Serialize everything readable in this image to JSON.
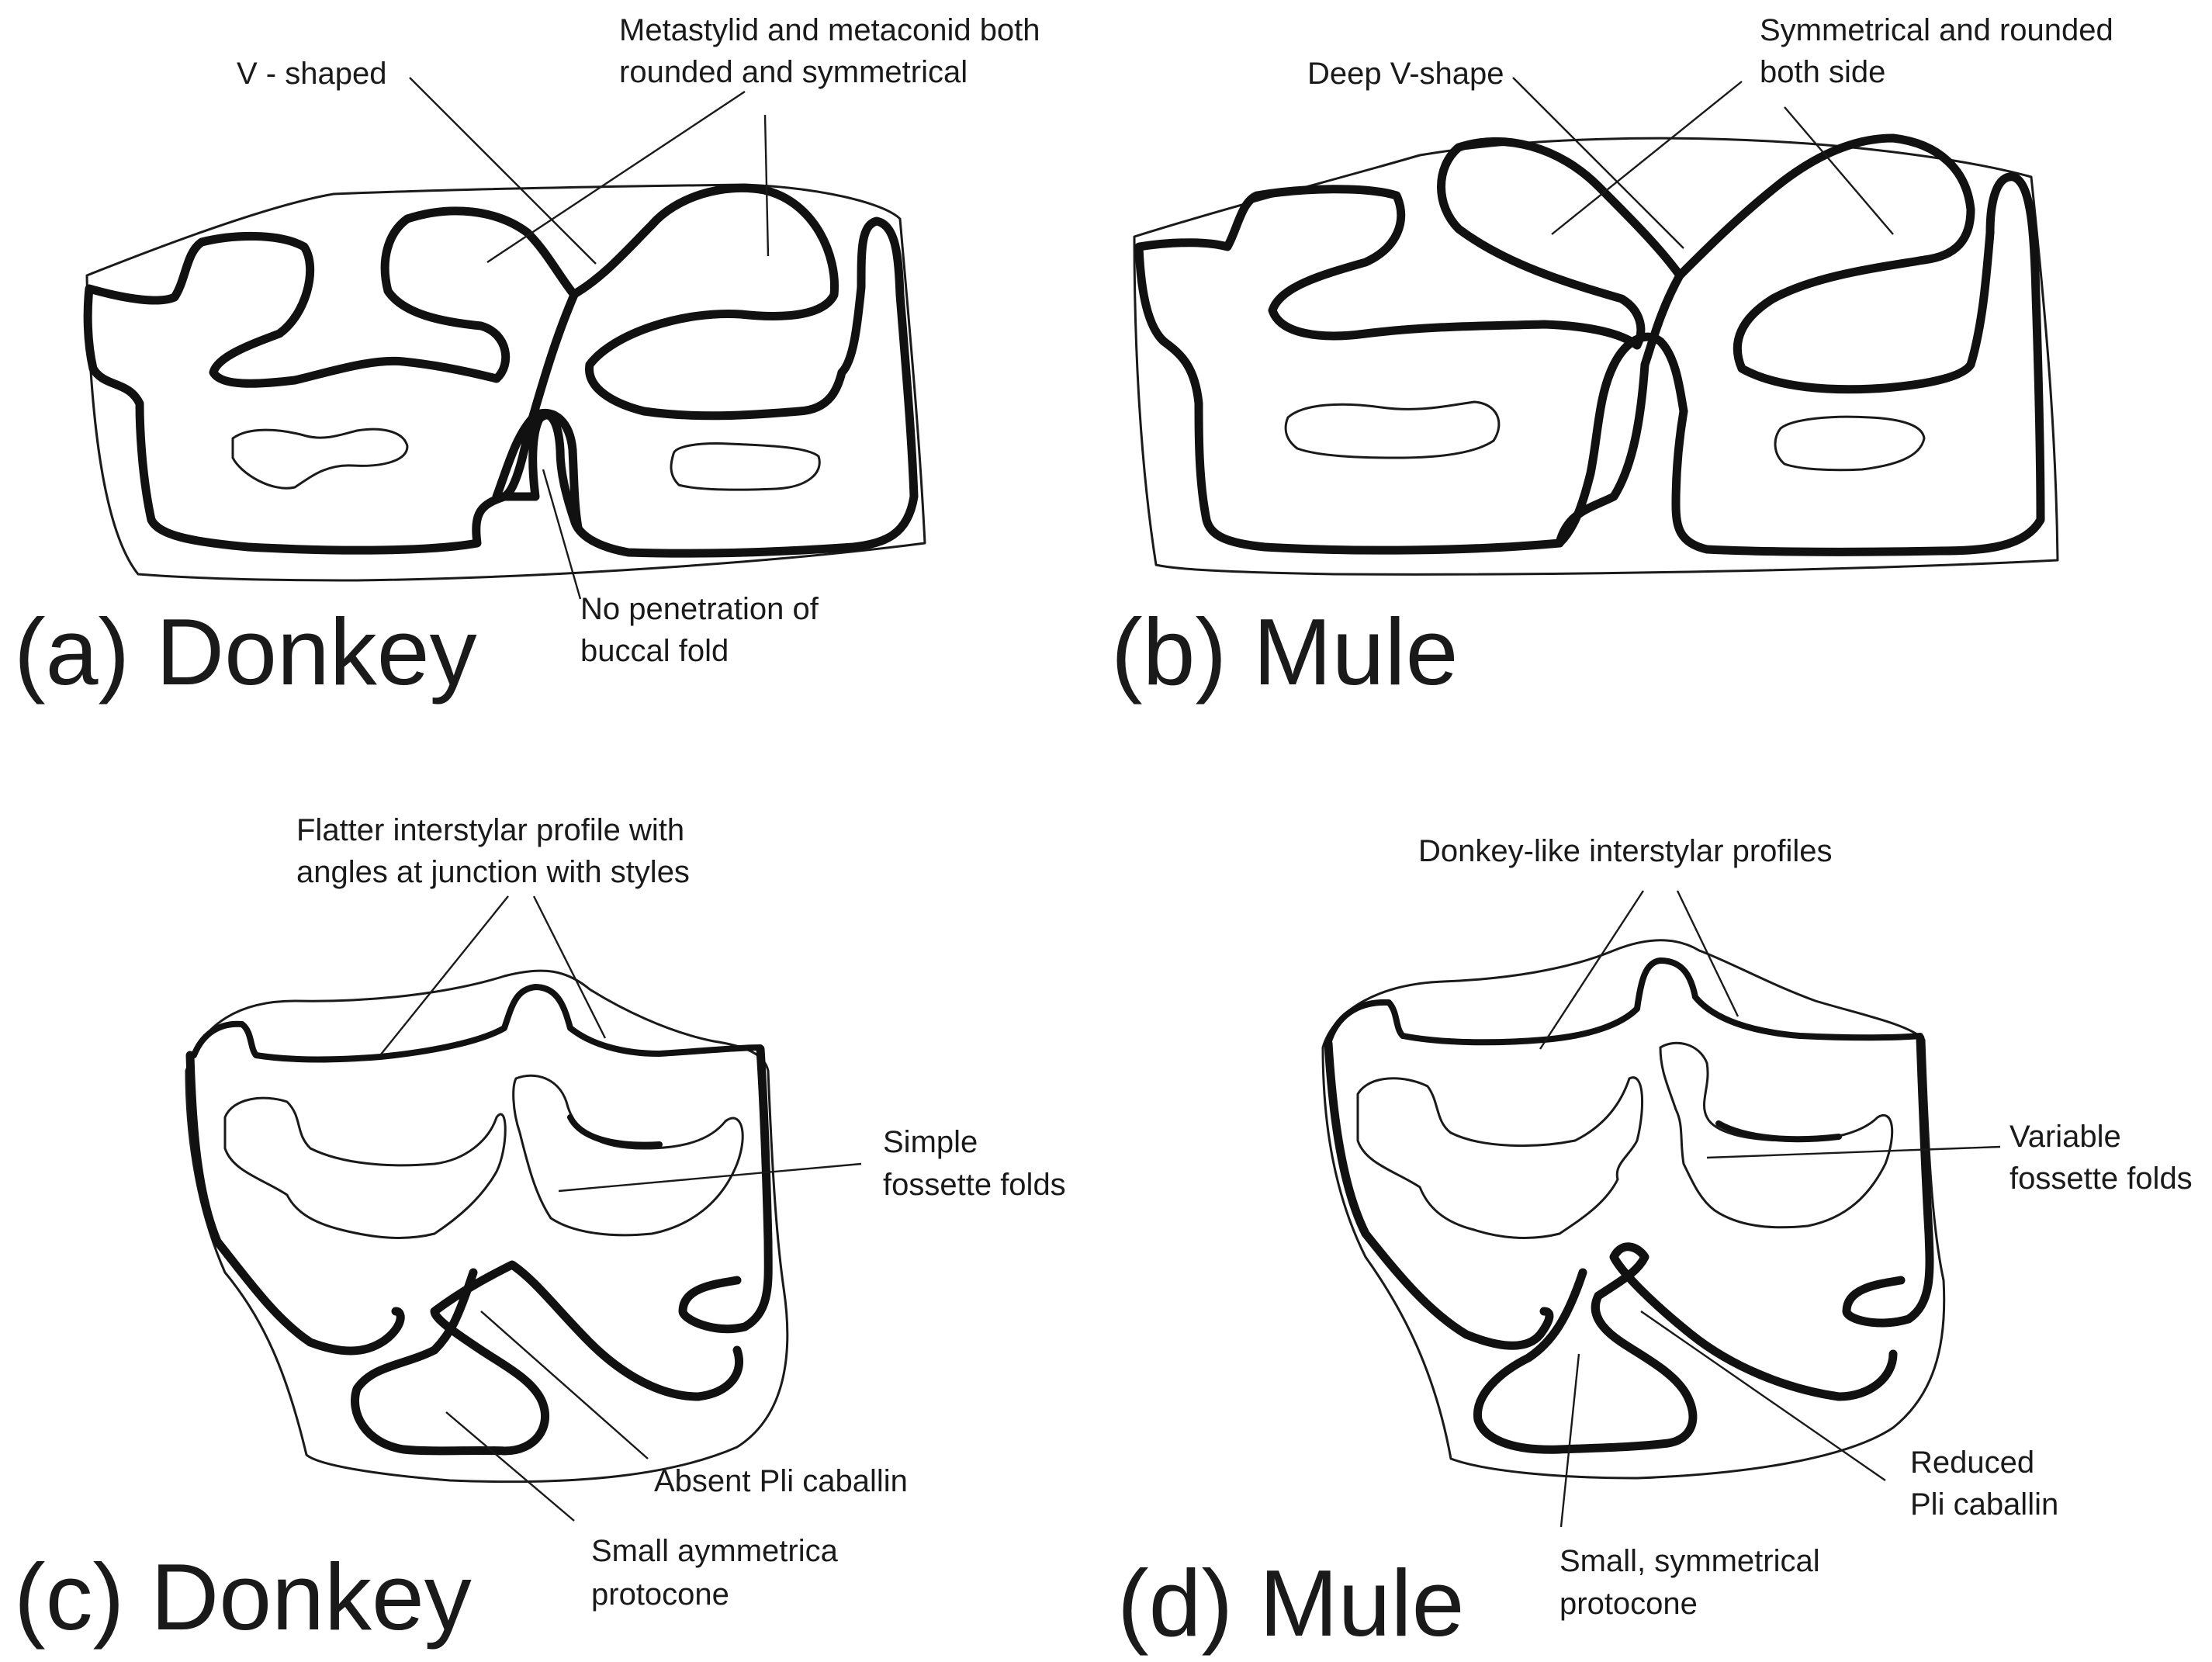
{
  "panels": {
    "a": {
      "title": "(a) Donkey",
      "annotations": {
        "v_shaped": "V - shaped",
        "metastylid_1": "Metastylid and metaconid both",
        "metastylid_2": "rounded and symmetrical",
        "buccal_1": "No penetration of",
        "buccal_2": "buccal fold"
      }
    },
    "b": {
      "title": "(b) Mule",
      "annotations": {
        "deep_v": "Deep V-shape",
        "symmetrical_1": "Symmetrical and rounded",
        "symmetrical_2": "both side"
      }
    },
    "c": {
      "title": "(c) Donkey",
      "annotations": {
        "flatter_1": "Flatter interstylar profile with",
        "flatter_2": "angles at junction with styles",
        "simple_1": "Simple",
        "simple_2": "fossette folds",
        "pli": "Absent Pli caballin",
        "protocone_1": "Small aymmetrica",
        "protocone_2": "protocone"
      }
    },
    "d": {
      "title": "(d) Mule",
      "annotations": {
        "donkeylike": "Donkey-like interstylar profiles",
        "variable_1": "Variable",
        "variable_2": "fossette folds",
        "reduced_1": "Reduced",
        "reduced_2": "Pli caballin",
        "protocone_1": "Small, symmetrical",
        "protocone_2": "protocone"
      }
    }
  }
}
